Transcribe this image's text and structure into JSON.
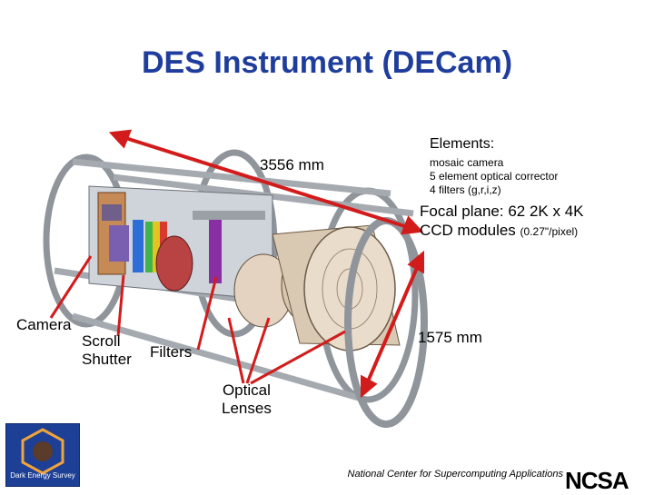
{
  "title": "DES Instrument (DECam)",
  "elements": {
    "heading": "Elements:",
    "items": [
      "mosaic camera",
      "5 element optical corrector",
      "4 filters (g,r,i,z)"
    ]
  },
  "focal_plane": {
    "line1": "Focal plane: 62 2K x 4K",
    "line2_main": "CCD modules",
    "line2_sub": "(0.27\"/pixel)"
  },
  "dimensions": {
    "length": "3556 mm",
    "diameter": "1575 mm"
  },
  "labels": {
    "camera": "Camera",
    "scroll": "Scroll",
    "shutter": "Shutter",
    "filters": "Filters",
    "optical": "Optical",
    "lenses": "Lenses"
  },
  "footer": {
    "logo_text": "Dark Energy Survey",
    "center": "National Center for Supercomputing Applications",
    "brand": "NCSA"
  },
  "colors": {
    "title": "#1f3d9c",
    "arrow": "#d21c1c",
    "frame": "#9aa0a6",
    "lens": "#e3d3c0",
    "logo_bg": "#1d3f95"
  }
}
